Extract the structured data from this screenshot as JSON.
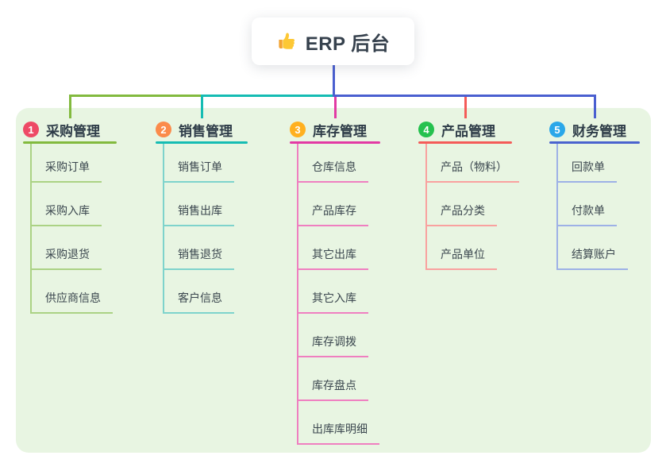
{
  "root": {
    "label": "ERP 后台",
    "icon": "thumbs-up-icon"
  },
  "colors": {
    "panel_bg": "#e8f5e2",
    "root_connector": "#4a5fd0",
    "card_bg": "#ffffff",
    "title_text": "#36414d",
    "node_text": "#3b474f"
  },
  "branches": [
    {
      "index": "1",
      "label": "采购管理",
      "badge_color": "#ee4a66",
      "line_color": "#82ba3e",
      "sub_line_color": "#abd284",
      "children": [
        "采购订单",
        "采购入库",
        "采购退货",
        "供应商信息"
      ]
    },
    {
      "index": "2",
      "label": "销售管理",
      "badge_color": "#fb8b4b",
      "line_color": "#15bcb3",
      "sub_line_color": "#7ed3cc",
      "children": [
        "销售订单",
        "销售出库",
        "销售退货",
        "客户信息"
      ]
    },
    {
      "index": "3",
      "label": "库存管理",
      "badge_color": "#ffb01f",
      "line_color": "#e23aa4",
      "sub_line_color": "#ef7fc0",
      "children": [
        "仓库信息",
        "产品库存",
        "其它出库",
        "其它入库",
        "库存调拨",
        "库存盘点",
        "出库库明细"
      ]
    },
    {
      "index": "4",
      "label": "产品管理",
      "badge_color": "#25c14e",
      "line_color": "#f45b58",
      "sub_line_color": "#f9a19f",
      "children": [
        "产品（物料）",
        "产品分类",
        "产品单位"
      ]
    },
    {
      "index": "5",
      "label": "财务管理",
      "badge_color": "#2aa7e9",
      "line_color": "#4a63ce",
      "sub_line_color": "#9db1e6",
      "children": [
        "回款单",
        "付款单",
        "结算账户"
      ]
    }
  ]
}
